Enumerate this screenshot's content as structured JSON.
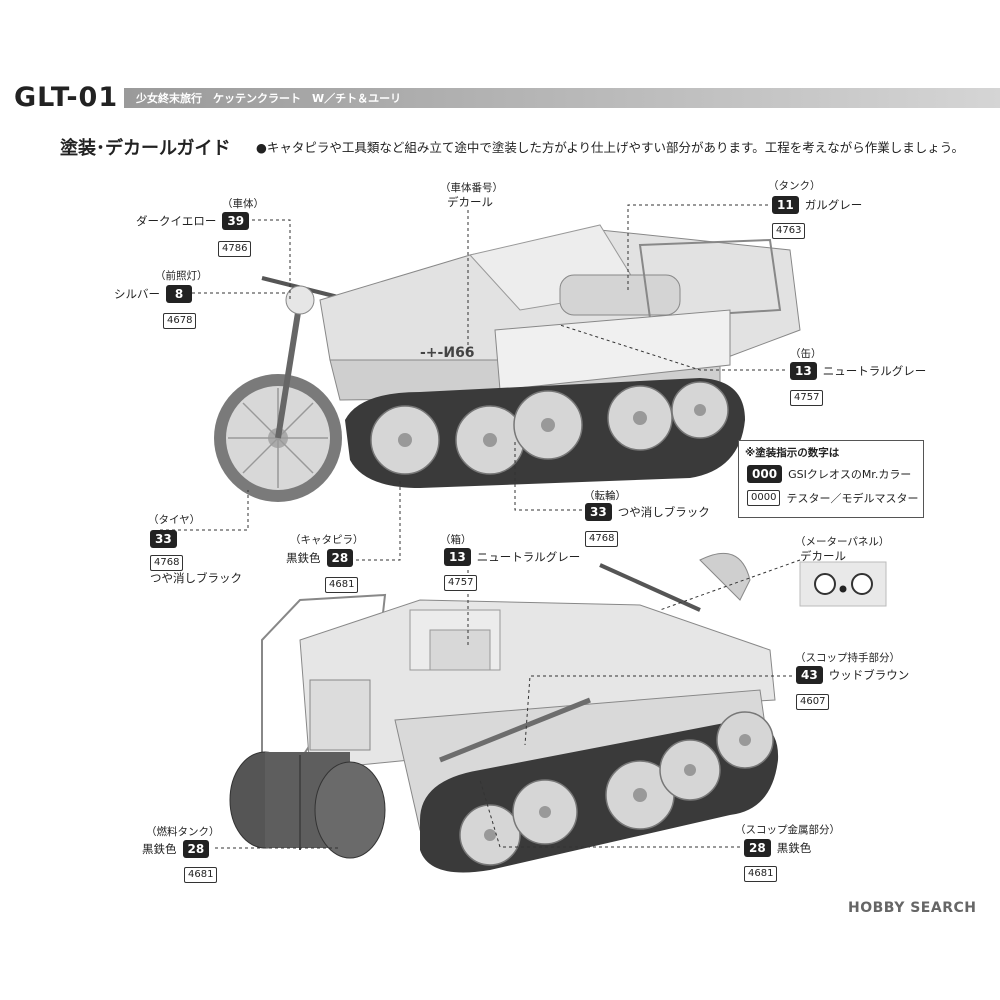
{
  "header": {
    "code": "GLT-01",
    "subtitle": "少女終末旅行　ケッテンクラート　W／チト＆ユーリ"
  },
  "section_title": "塗装･デカールガイド",
  "note": "●キャタピラや工具類など組み立て途中で塗装した方がより仕上げやすい部分があります。工程を考えながら作業しましょう。",
  "callouts": {
    "body": {
      "caption": "（車体）",
      "name": "ダークイエロー",
      "mr": "39",
      "tester": "4786"
    },
    "headlight": {
      "caption": "（前照灯）",
      "name": "シルバー",
      "mr": "8",
      "tester": "4678"
    },
    "hull_number": {
      "caption": "（車体番号）",
      "name": "デカール"
    },
    "tank": {
      "caption": "（タンク）",
      "name": "ガルグレー",
      "mr": "11",
      "tester": "4763"
    },
    "can": {
      "caption": "（缶）",
      "name": "ニュートラルグレー",
      "mr": "13",
      "tester": "4757"
    },
    "tire": {
      "caption": "（タイヤ）",
      "name": "つや消しブラック",
      "mr": "33",
      "tester": "4768"
    },
    "wheel": {
      "caption": "（転輪）",
      "name": "つや消しブラック",
      "mr": "33",
      "tester": "4768"
    },
    "track": {
      "caption": "（キャタピラ）",
      "name": "黒鉄色",
      "mr": "28",
      "tester": "4681"
    },
    "box": {
      "caption": "（箱）",
      "name": "ニュートラルグレー",
      "mr": "13",
      "tester": "4757"
    },
    "meter": {
      "caption": "（メーターパネル）",
      "name": "デカール"
    },
    "shovel_handle": {
      "caption": "（スコップ持手部分）",
      "name": "ウッドブラウン",
      "mr": "43",
      "tester": "4607"
    },
    "fuel_tank": {
      "caption": "（燃料タンク）",
      "name": "黒鉄色",
      "mr": "28",
      "tester": "4681"
    },
    "shovel_metal": {
      "caption": "（スコップ金属部分）",
      "name": "黒鉄色",
      "mr": "28",
      "tester": "4681"
    }
  },
  "legend": {
    "title": "※塗装指示の数字は",
    "items": [
      {
        "sample": "000",
        "text": "GSIクレオスのMr.カラー"
      },
      {
        "sample": "0000",
        "text": "テスター／モデルマスター"
      }
    ]
  },
  "vehicle_marking": "-+-И66",
  "logo": "HOBBY SEARCH"
}
